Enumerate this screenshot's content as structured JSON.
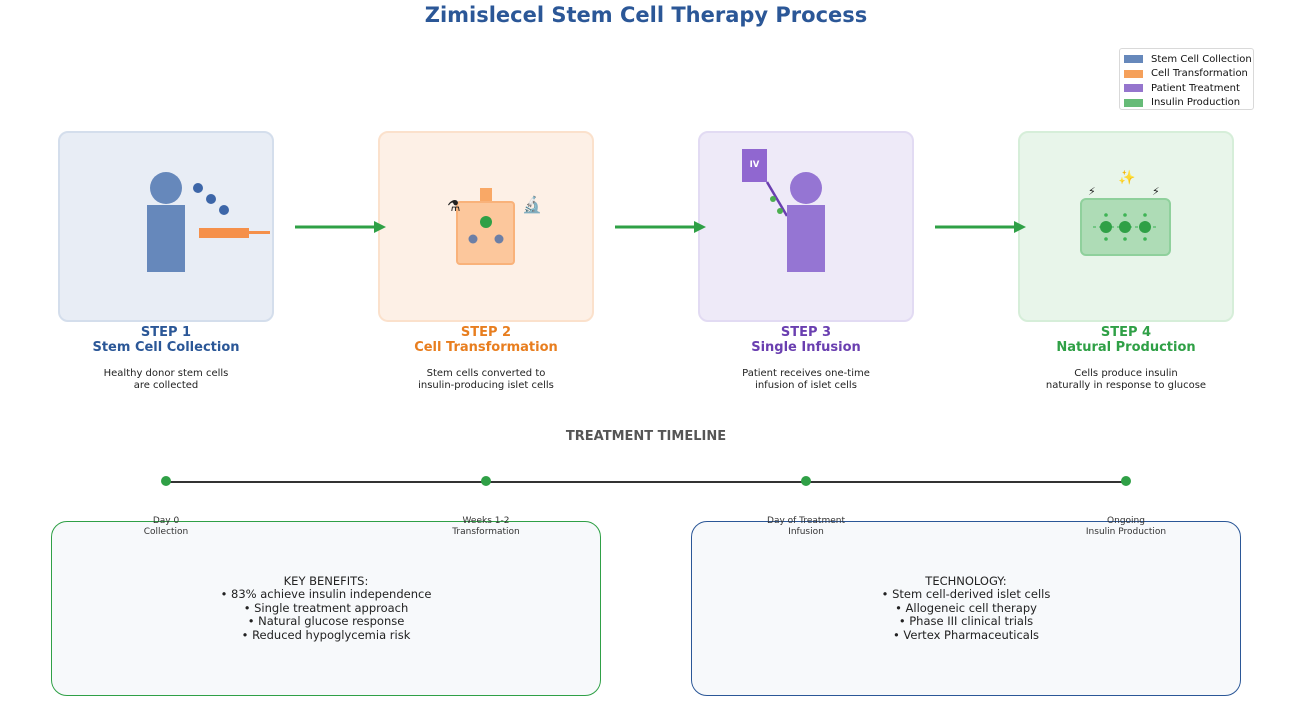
{
  "title": "Zimislecel Stem Cell Therapy Process",
  "legend": [
    {
      "label": "Stem Cell Collection",
      "color": "#6688bb"
    },
    {
      "label": "Cell Transformation",
      "color": "#f5a05a"
    },
    {
      "label": "Patient Treatment",
      "color": "#9575cd"
    },
    {
      "label": "Insulin Production",
      "color": "#66bb77"
    }
  ],
  "steps": [
    {
      "num": "STEP 1",
      "name": "Stem Cell Collection",
      "desc1": "Healthy donor stem cells",
      "desc2": "are collected",
      "color": "#2b5797"
    },
    {
      "num": "STEP 2",
      "name": "Cell Transformation",
      "desc1": "Stem cells converted to",
      "desc2": "insulin-producing islet cells",
      "color": "#e87e1f"
    },
    {
      "num": "STEP 3",
      "name": "Single Infusion",
      "desc1": "Patient receives one-time",
      "desc2": "infusion of islet cells",
      "color": "#6a3fb0"
    },
    {
      "num": "STEP 4",
      "name": "Natural Production",
      "desc1": "Cells produce insulin",
      "desc2": "naturally in response to glucose",
      "color": "#2fa046"
    }
  ],
  "icons": {
    "flask": "⚗",
    "microscope": "🔬",
    "iv_label": "IV",
    "sparkle": "✨",
    "lightning_left": "⚡",
    "lightning_right": "⚡"
  },
  "timeline": {
    "title": "TREATMENT TIMELINE",
    "points": [
      {
        "when": "Day 0",
        "what": "Collection"
      },
      {
        "when": "Weeks 1-2",
        "what": "Transformation"
      },
      {
        "when": "Day of Treatment",
        "what": "Infusion"
      },
      {
        "when": "Ongoing",
        "what": "Insulin Production"
      }
    ]
  },
  "benefits": {
    "heading": "KEY BENEFITS:",
    "items": [
      "• 83% achieve insulin independence",
      "• Single treatment approach",
      "• Natural glucose response",
      "• Reduced hypoglycemia risk"
    ]
  },
  "technology": {
    "heading": "TECHNOLOGY:",
    "items": [
      "• Stem cell-derived islet cells",
      "• Allogeneic cell therapy",
      "• Phase III clinical trials",
      "• Vertex Pharmaceuticals"
    ]
  }
}
